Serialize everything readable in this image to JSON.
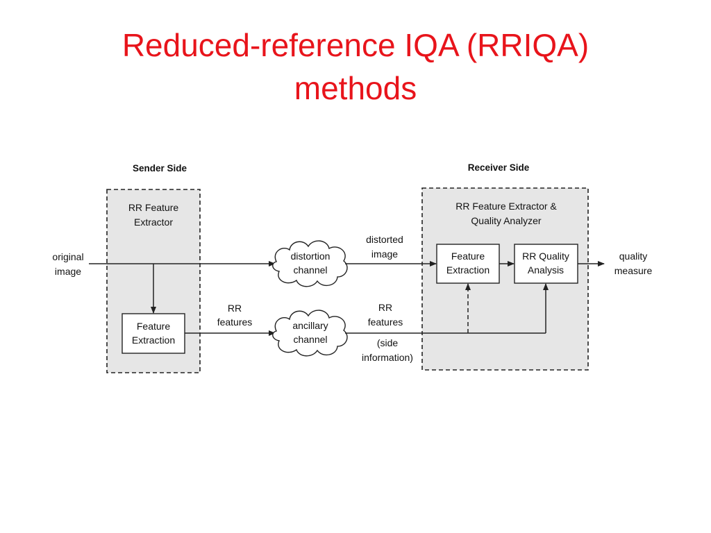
{
  "title": {
    "line1": "Reduced-reference IQA (RRIQA)",
    "line2": "methods"
  },
  "diagram": {
    "sender": {
      "heading": "Sender Side",
      "region_label": [
        "RR Feature",
        "Extractor"
      ],
      "feature_extraction": [
        "Feature",
        "Extraction"
      ]
    },
    "receiver": {
      "heading": "Receiver Side",
      "region_label": [
        "RR Feature Extractor &",
        "Quality Analyzer"
      ],
      "feature_extraction": [
        "Feature",
        "Extraction"
      ],
      "quality_analysis": [
        "RR Quality",
        "Analysis"
      ]
    },
    "input_label": [
      "original",
      "image"
    ],
    "output_label": [
      "quality",
      "measure"
    ],
    "distortion_channel": [
      "distortion",
      "channel"
    ],
    "ancillary_channel": [
      "ancillary",
      "channel"
    ],
    "distorted_image_label": [
      "distorted",
      "image"
    ],
    "rr_features_sent": [
      "RR",
      "features"
    ],
    "rr_features_received": [
      "RR",
      "features"
    ],
    "side_information": [
      "(side",
      "information)"
    ]
  },
  "colors": {
    "title": "#e8141b",
    "region_fill": "#e6e6e6",
    "line": "#222222"
  }
}
